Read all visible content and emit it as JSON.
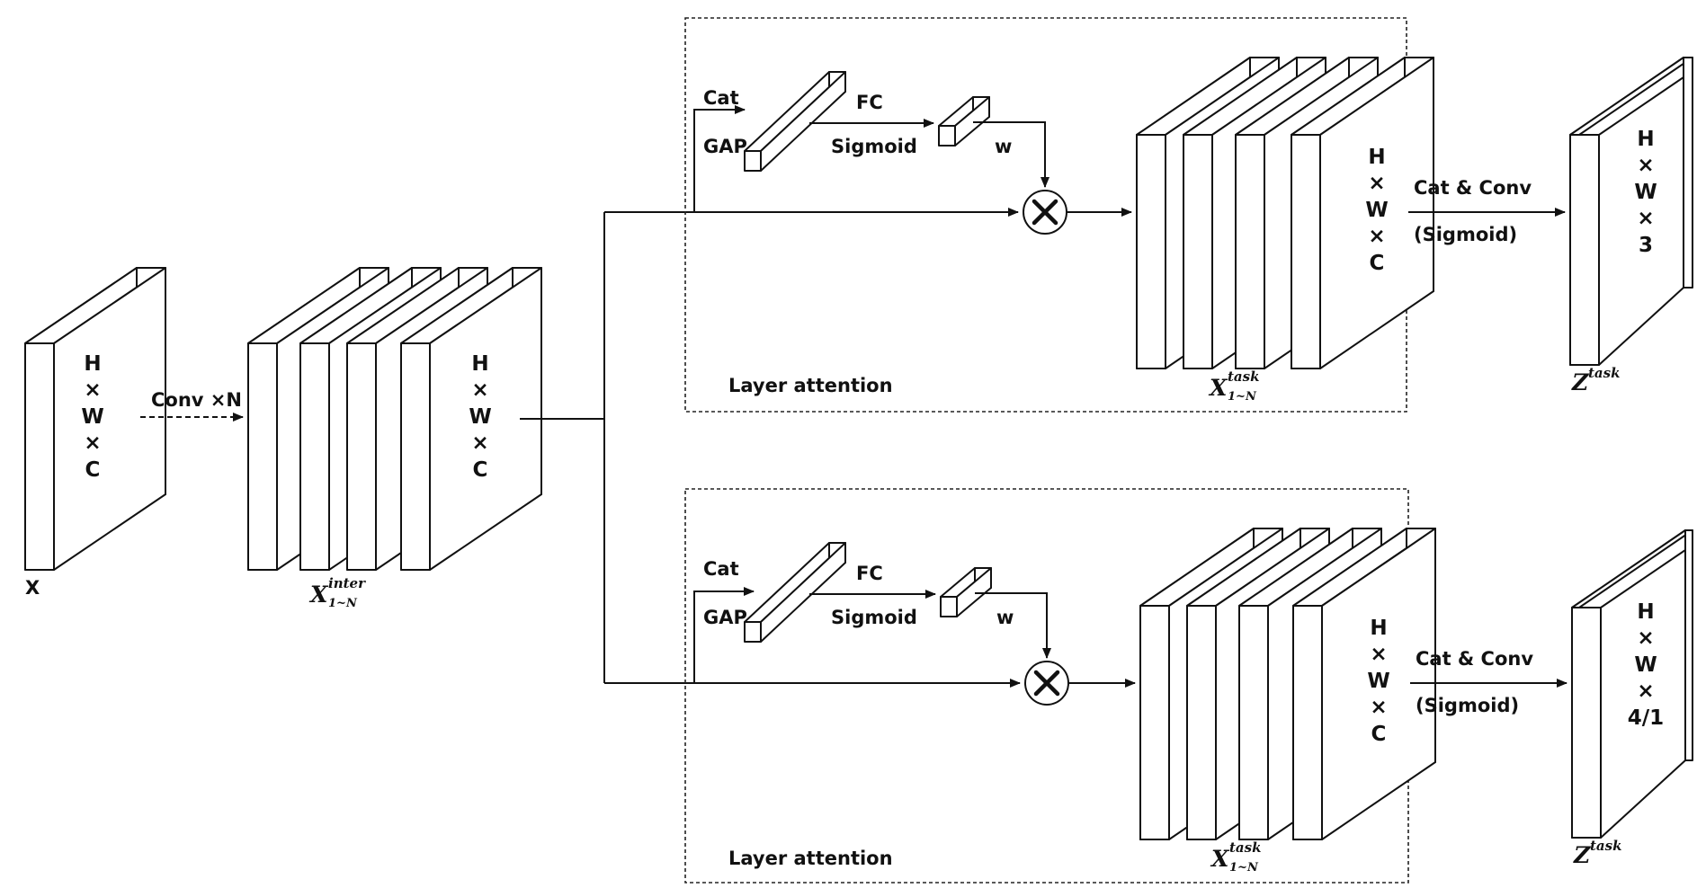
{
  "input": {
    "label": "X",
    "dims": [
      "H",
      "×",
      "W",
      "×",
      "C"
    ]
  },
  "conv_step": {
    "label": "Conv ×N"
  },
  "intermediate": {
    "var": "X",
    "sup": "inter",
    "sub": "1~N",
    "dims": [
      "H",
      "×",
      "W",
      "×",
      "C"
    ]
  },
  "branches": [
    {
      "frame_label": "Layer attention",
      "cat": "Cat",
      "gap": "GAP",
      "fc": "FC",
      "sigmoid": "Sigmoid",
      "w": "w",
      "multiply_icon": "circled-times-icon",
      "task_features": {
        "var": "X",
        "sup": "task",
        "sub": "1~N",
        "dims": [
          "H",
          "×",
          "W",
          "×",
          "C"
        ]
      },
      "merge_label": "Cat & Conv",
      "merge_sub": "(Sigmoid)",
      "output": {
        "var": "Z",
        "sup": "task",
        "dims": [
          "H",
          "×",
          "W",
          "×",
          "3"
        ]
      }
    },
    {
      "frame_label": "Layer attention",
      "cat": "Cat",
      "gap": "GAP",
      "fc": "FC",
      "sigmoid": "Sigmoid",
      "w": "w",
      "multiply_icon": "circled-times-icon",
      "task_features": {
        "var": "X",
        "sup": "task",
        "sub": "1~N",
        "dims": [
          "H",
          "×",
          "W",
          "×",
          "C"
        ]
      },
      "merge_label": "Cat & Conv",
      "merge_sub": "(Sigmoid)",
      "output": {
        "var": "Z",
        "sup": "task",
        "dims": [
          "H",
          "×",
          "W",
          "×",
          "4/1"
        ]
      }
    }
  ]
}
